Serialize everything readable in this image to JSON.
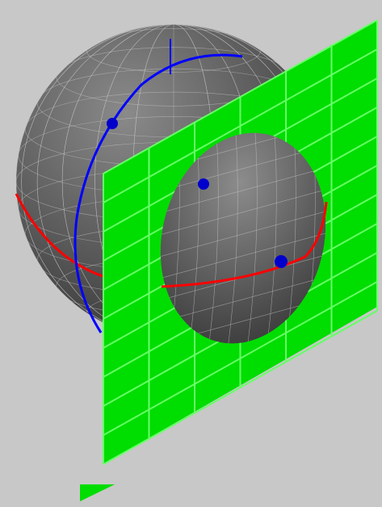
{
  "viewport": {
    "background": "#c8c8c8"
  },
  "scene": {
    "sphere": {
      "fill_light": "#8a8a8a",
      "fill_dark": "#3a3a3a",
      "mesh_color": "#cfcfcf"
    },
    "plane": {
      "fill": "#00dd00",
      "grid_color": "#66ff66",
      "grid_columns": 6,
      "grid_rows": 10
    },
    "curves": {
      "equator_color": "#ff0000",
      "meridian_color": "#0000ff"
    },
    "points": {
      "color": "#0000cc",
      "count": 3
    }
  }
}
